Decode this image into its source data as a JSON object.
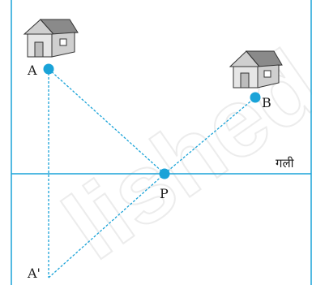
{
  "street_label": "गली",
  "points": {
    "A": "A",
    "B": "B",
    "P": "P",
    "A_image": "A'"
  },
  "watermark": "lished",
  "colors": {
    "line": "#1aa3d8",
    "dot": "#1aa3d8",
    "text": "#1a1a1a",
    "house_roof": "#8a8a8a",
    "house_wall": "#d9d9d9"
  }
}
